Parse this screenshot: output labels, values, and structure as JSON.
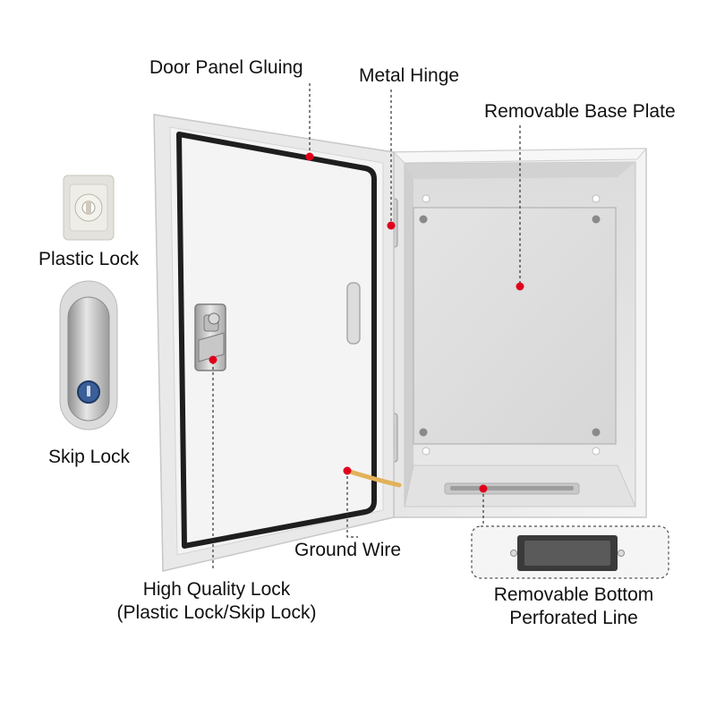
{
  "labels": {
    "door_panel_gluing": "Door Panel Gluing",
    "metal_hinge": "Metal Hinge",
    "removable_base_plate": "Removable Base Plate",
    "plastic_lock": "Plastic Lock",
    "skip_lock": "Skip Lock",
    "ground_wire": "Ground Wire",
    "high_quality_lock_line1": "High Quality Lock",
    "high_quality_lock_line2": "(Plastic Lock/Skip Lock)",
    "removable_bottom_line1": "Removable Bottom",
    "removable_bottom_line2": "Perforated Line"
  },
  "colors": {
    "marker": "#e0001b",
    "cabinet_body": "#ececec",
    "door_inner": "#f3f3f3",
    "base_plate": "#dedede",
    "gasket": "#1e1e1e",
    "ground_wire": "#e2b15a",
    "leader_line": "#333333"
  }
}
